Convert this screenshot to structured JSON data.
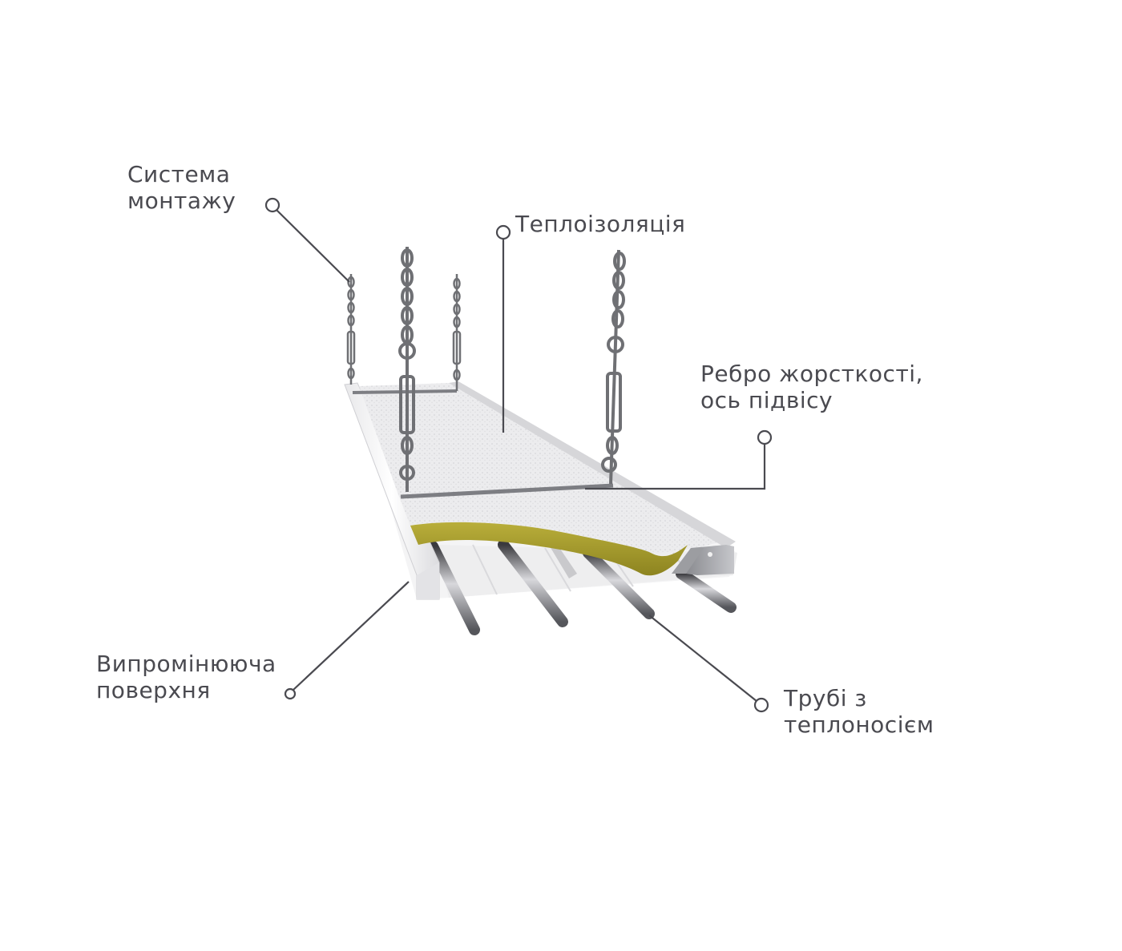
{
  "callouts": {
    "mounting_system": {
      "line1": "Система",
      "line2": "монтажу"
    },
    "insulation": {
      "line1": "Теплоізоляція"
    },
    "stiffening_rib": {
      "line1": "Ребро жорсткості,",
      "line2": "ось підвісу"
    },
    "radiant_surface": {
      "line1": "Випромінююча",
      "line2": "поверхня"
    },
    "pipes": {
      "line1": "Трубі з",
      "line2": "теплоносієм"
    }
  },
  "colors": {
    "text": "#4a4a50",
    "leader": "#4a4a50",
    "insulation_wool": "#a39a2a",
    "panel_white": "#f2f2f2",
    "chain": "#6f7074"
  }
}
